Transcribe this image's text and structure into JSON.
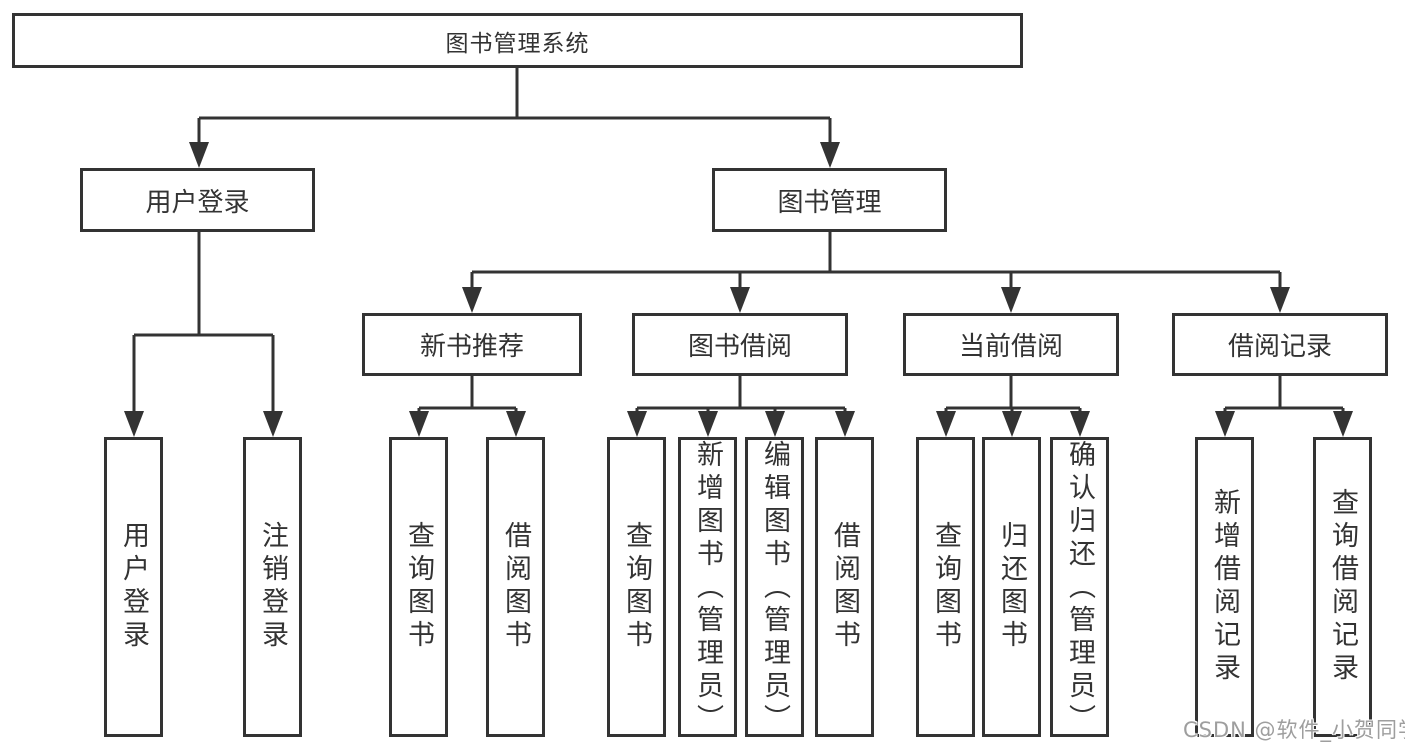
{
  "diagram": {
    "root_label": "图书管理系统",
    "level2_labels": [
      "用户登录",
      "图书管理"
    ],
    "level3_labels": [
      "新书推荐",
      "图书借阅",
      "当前借阅",
      "借阅记录"
    ],
    "leaves": {
      "user_login": [
        "用户登录",
        "注销登录"
      ],
      "new_book": [
        "查询图书",
        "借阅图书"
      ],
      "book_borrow": [
        "查询图书",
        "新增图书（管理员）",
        "编辑图书（管理员）",
        "借阅图书"
      ],
      "current_borrow": [
        "查询图书",
        "归还图书",
        "确认归还（管理员）"
      ],
      "borrow_records": [
        "新增借阅记录",
        "查询借阅记录"
      ]
    },
    "watermark": "CSDN @软件_小贺同学",
    "colors": {
      "line": "#333333",
      "text": "#333333",
      "watermark": "#9e9e9e",
      "background": "#ffffff"
    }
  }
}
